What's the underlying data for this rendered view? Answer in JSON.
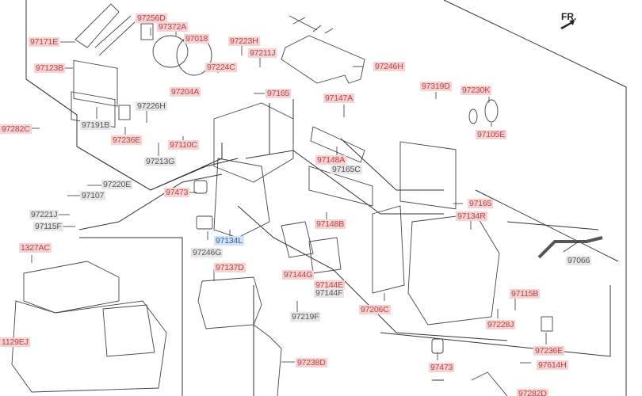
{
  "diagram": {
    "title": "Heater & Blower / A/C Unit exploded parts diagram",
    "direction_indicator": "FR.",
    "legend": {
      "red": "#c44040",
      "red_bg": "#f6d3d3",
      "gray_bg": "#e6e6e6",
      "blue_bg": "#d3e2f6",
      "blue": "#2f5fb3"
    },
    "parts": [
      {
        "id": "97171E",
        "style": "red"
      },
      {
        "id": "97256D",
        "style": "red"
      },
      {
        "id": "97372A",
        "style": "red"
      },
      {
        "id": "97018",
        "style": "red"
      },
      {
        "id": "97223H",
        "style": "red"
      },
      {
        "id": "97211J",
        "style": "red"
      },
      {
        "id": "97123B",
        "style": "red"
      },
      {
        "id": "97224C",
        "style": "red"
      },
      {
        "id": "97246H",
        "style": "red"
      },
      {
        "id": "97204A",
        "style": "red"
      },
      {
        "id": "97165",
        "style": "red"
      },
      {
        "id": "97147A",
        "style": "red"
      },
      {
        "id": "97319D",
        "style": "red"
      },
      {
        "id": "97230K",
        "style": "red"
      },
      {
        "id": "97226H",
        "style": "gray"
      },
      {
        "id": "97282C",
        "style": "red"
      },
      {
        "id": "97191B",
        "style": "gray"
      },
      {
        "id": "97236E",
        "style": "red"
      },
      {
        "id": "97110C",
        "style": "red"
      },
      {
        "id": "97105E",
        "style": "red"
      },
      {
        "id": "97213G",
        "style": "gray"
      },
      {
        "id": "97148A",
        "style": "red"
      },
      {
        "id": "97165C",
        "style": "gray"
      },
      {
        "id": "97220E",
        "style": "gray"
      },
      {
        "id": "97473",
        "style": "red"
      },
      {
        "id": "97107",
        "style": "gray"
      },
      {
        "id": "97165",
        "style": "red"
      },
      {
        "id": "97221J",
        "style": "gray"
      },
      {
        "id": "97134R",
        "style": "red"
      },
      {
        "id": "97148B",
        "style": "red"
      },
      {
        "id": "97115F",
        "style": "gray"
      },
      {
        "id": "97134L",
        "style": "blue"
      },
      {
        "id": "1327AC",
        "style": "red"
      },
      {
        "id": "97246G",
        "style": "gray"
      },
      {
        "id": "97066",
        "style": "gray"
      },
      {
        "id": "97137D",
        "style": "red"
      },
      {
        "id": "97144G",
        "style": "red"
      },
      {
        "id": "97144E",
        "style": "red"
      },
      {
        "id": "97144F",
        "style": "gray"
      },
      {
        "id": "97115B",
        "style": "red"
      },
      {
        "id": "97206C",
        "style": "red"
      },
      {
        "id": "97219F",
        "style": "gray"
      },
      {
        "id": "97228J",
        "style": "red"
      },
      {
        "id": "1129EJ",
        "style": "red"
      },
      {
        "id": "97236E",
        "style": "red"
      },
      {
        "id": "97238D",
        "style": "red"
      },
      {
        "id": "97614H",
        "style": "red"
      },
      {
        "id": "97473",
        "style": "red"
      },
      {
        "id": "97282D",
        "style": "red"
      }
    ]
  }
}
